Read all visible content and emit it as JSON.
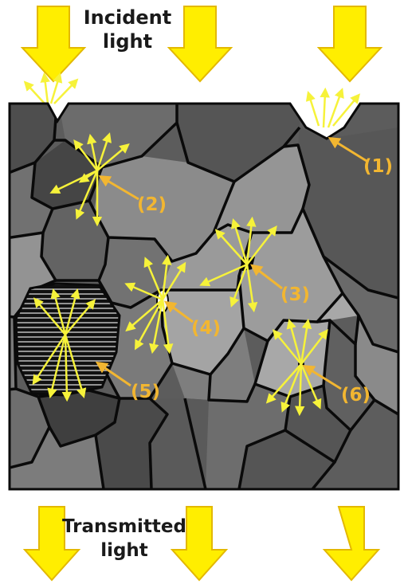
{
  "labels": {
    "incident_line1": "Incident",
    "incident_line2": "light",
    "transmitted_line1": "Transmitted",
    "transmitted_line2": "light"
  },
  "callouts": [
    "(1)",
    "(2)",
    "(3)",
    "(4)",
    "(5)",
    "(6)"
  ],
  "colors": {
    "big_arrow": "#ffee00",
    "big_arrow_outline": "#e3b800",
    "scatter_arrow": "#f6f23a",
    "callout": "#f2b631",
    "boundary": "#0a0a0a"
  }
}
